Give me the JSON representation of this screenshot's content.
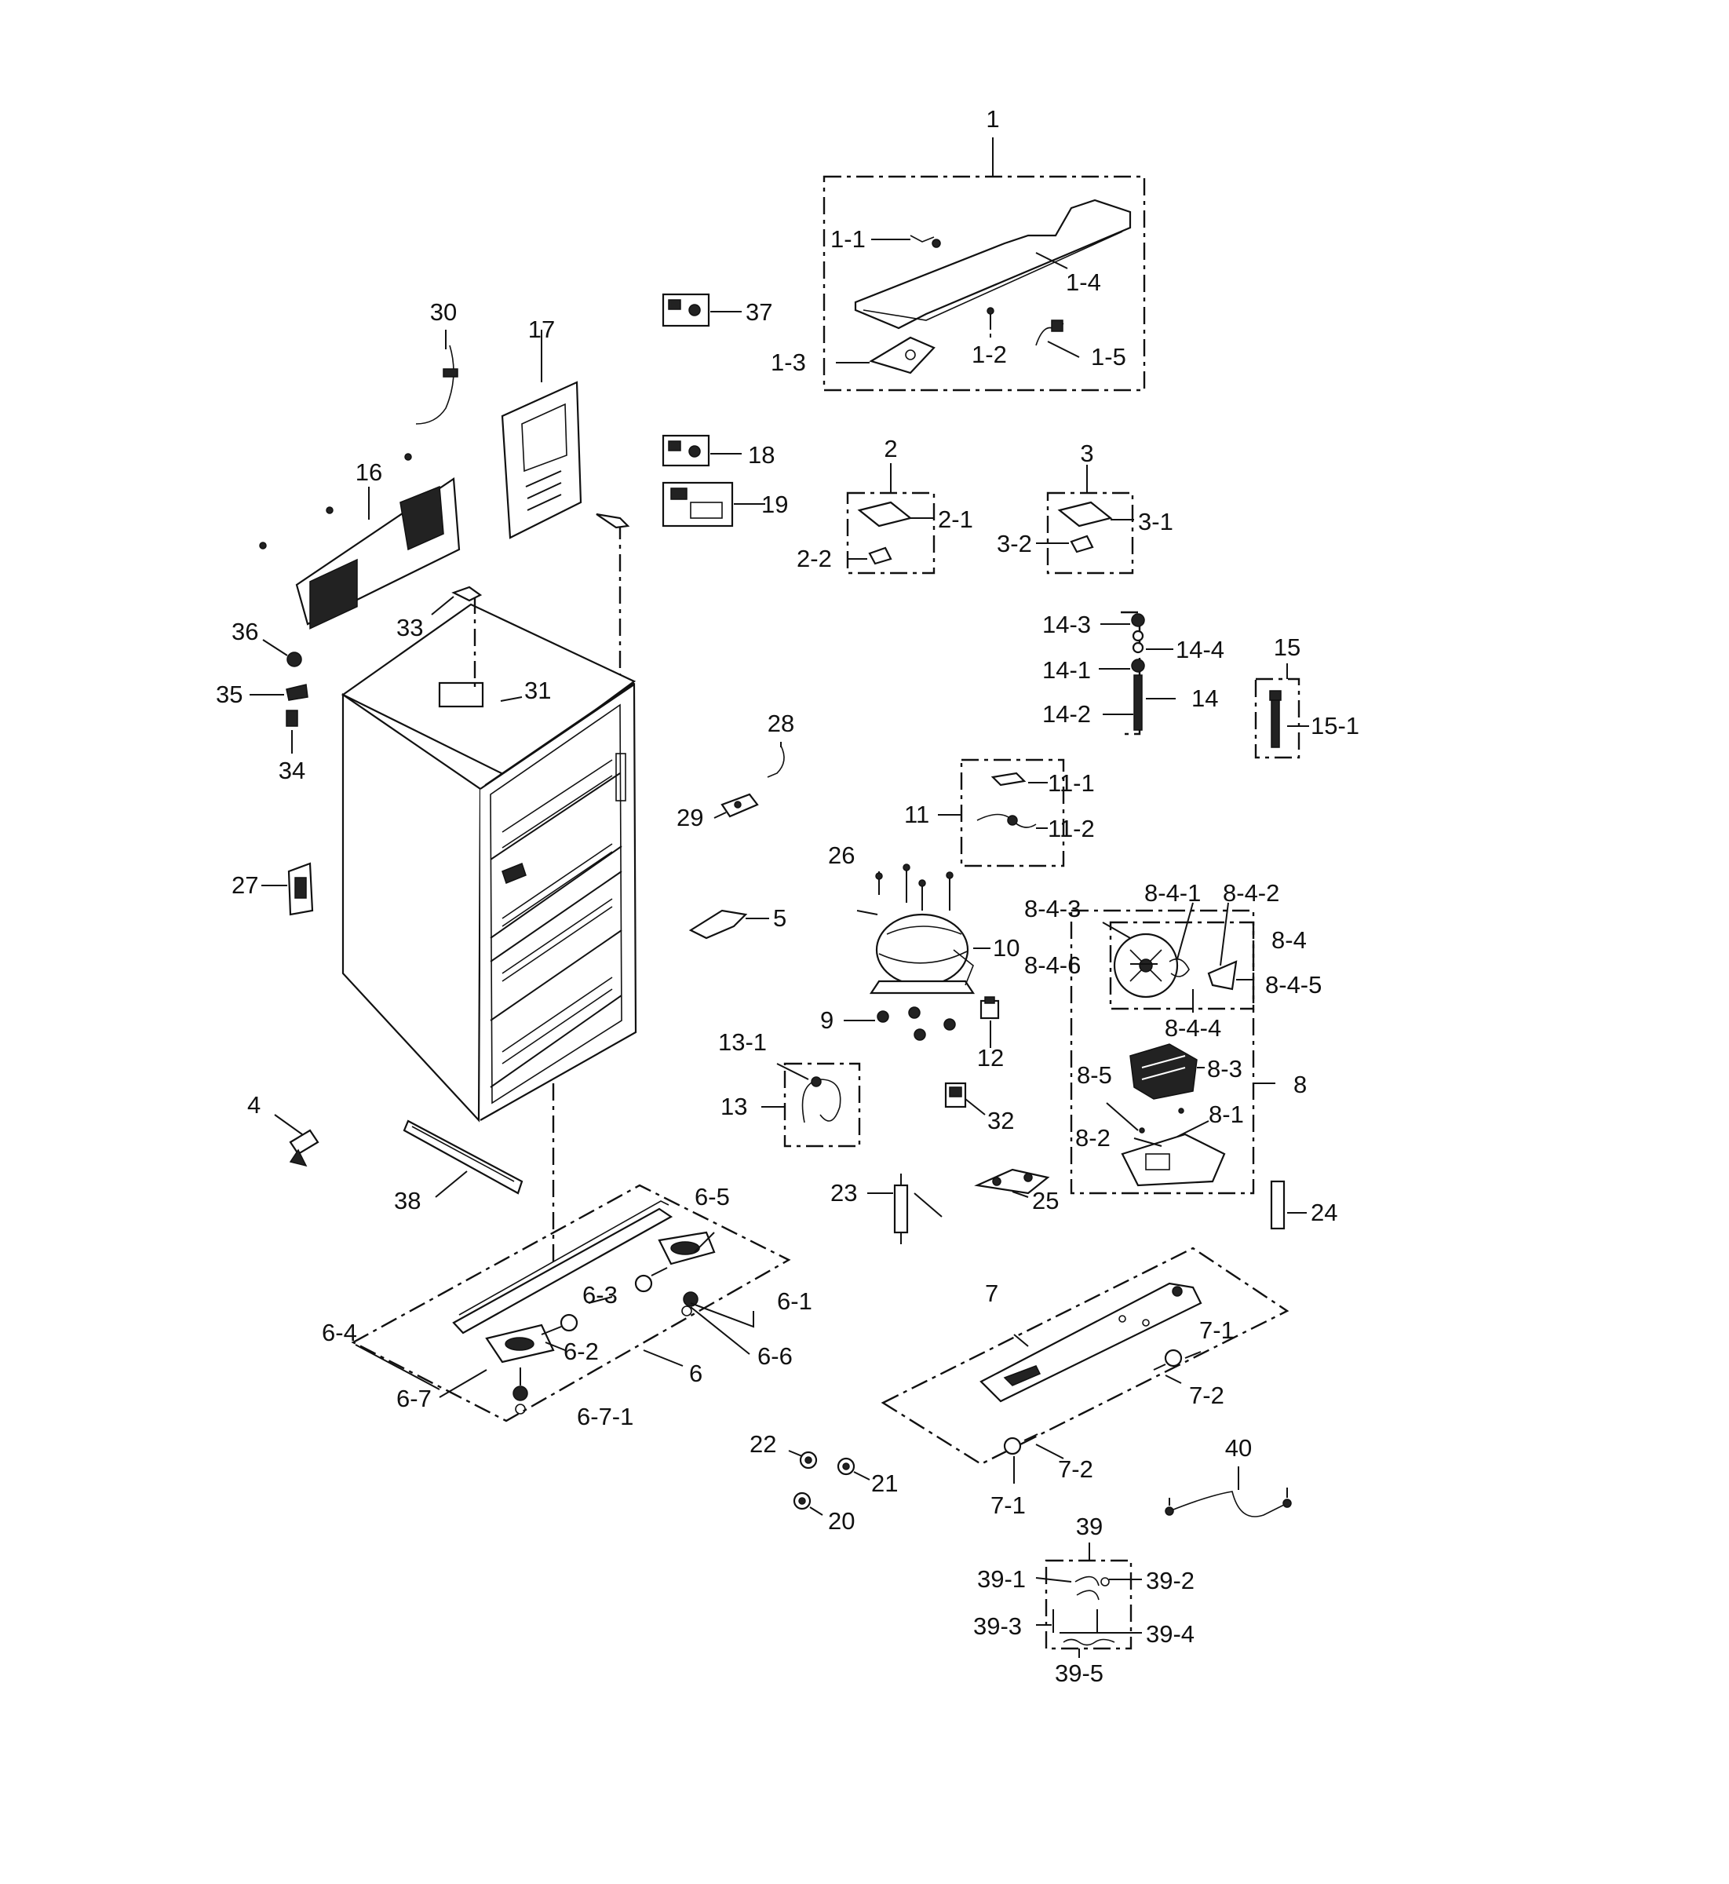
{
  "callouts": {
    "c1": "1",
    "c1_1": "1-1",
    "c1_2": "1-2",
    "c1_3": "1-3",
    "c1_4": "1-4",
    "c1_5": "1-5",
    "c2": "2",
    "c2_1": "2-1",
    "c2_2": "2-2",
    "c3": "3",
    "c3_1": "3-1",
    "c3_2": "3-2",
    "c4": "4",
    "c5": "5",
    "c6": "6",
    "c6_1": "6-1",
    "c6_2": "6-2",
    "c6_3": "6-3",
    "c6_4": "6-4",
    "c6_5": "6-5",
    "c6_6": "6-6",
    "c6_7": "6-7",
    "c6_7_1": "6-7-1",
    "c7": "7",
    "c7_1a": "7-1",
    "c7_1b": "7-1",
    "c7_2a": "7-2",
    "c7_2b": "7-2",
    "c8": "8",
    "c8_1": "8-1",
    "c8_2": "8-2",
    "c8_3": "8-3",
    "c8_4": "8-4",
    "c8_5": "8-5",
    "c8_4_1": "8-4-1",
    "c8_4_2": "8-4-2",
    "c8_4_3": "8-4-3",
    "c8_4_4": "8-4-4",
    "c8_4_5": "8-4-5",
    "c8_4_6": "8-4-6",
    "c9": "9",
    "c10": "10",
    "c11": "11",
    "c11_1": "11-1",
    "c11_2": "11-2",
    "c12": "12",
    "c13": "13",
    "c13_1": "13-1",
    "c14": "14",
    "c14_1": "14-1",
    "c14_2": "14-2",
    "c14_3": "14-3",
    "c14_4": "14-4",
    "c15": "15",
    "c15_1": "15-1",
    "c16": "16",
    "c17": "17",
    "c18": "18",
    "c19": "19",
    "c20": "20",
    "c21": "21",
    "c22": "22",
    "c23": "23",
    "c24": "24",
    "c25": "25",
    "c26": "26",
    "c27": "27",
    "c28": "28",
    "c29": "29",
    "c30": "30",
    "c31": "31",
    "c32": "32",
    "c33": "33",
    "c34": "34",
    "c35": "35",
    "c36": "36",
    "c37": "37",
    "c38": "38",
    "c39": "39",
    "c39_1": "39-1",
    "c39_2": "39-2",
    "c39_3": "39-3",
    "c39_4": "39-4",
    "c39_5": "39-5",
    "c40": "40"
  }
}
